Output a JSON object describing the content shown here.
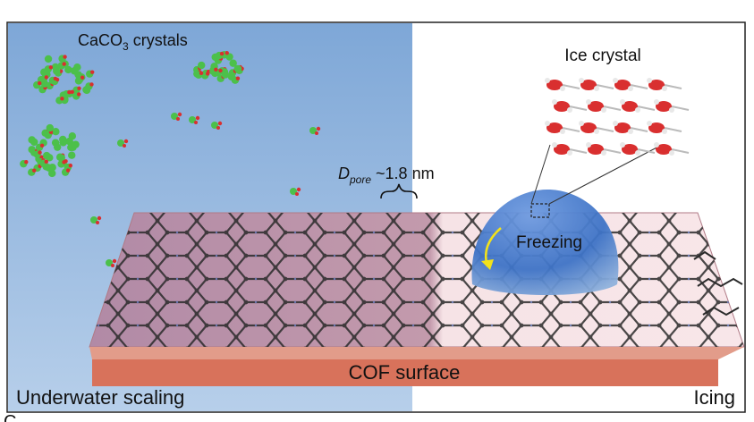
{
  "labels": {
    "caco3_prefix": "CaCO",
    "caco3_sub": "3",
    "caco3_suffix": " crystals",
    "ice_crystal": "Ice crystal",
    "dpore_main": "D",
    "dpore_sub": "pore",
    "dpore_value": " ~1.8 nm",
    "freezing": "Freezing",
    "cof_surface": "COF surface",
    "underwater_scaling": "Underwater scaling",
    "icing": "Icing",
    "panel_letter_partial": "C"
  },
  "colors": {
    "underwater_bg_top": "#7fa8d8",
    "underwater_bg_bottom": "#a9c6e8",
    "slab_top_left": "#b48a9e",
    "slab_top_right": "#f4dde0",
    "slab_edge": "#d9735c",
    "droplet": "#3f78c9",
    "arrow": "#f2e21a",
    "ca_atom": "#4cc04a",
    "o_atom": "#d92f2f"
  }
}
